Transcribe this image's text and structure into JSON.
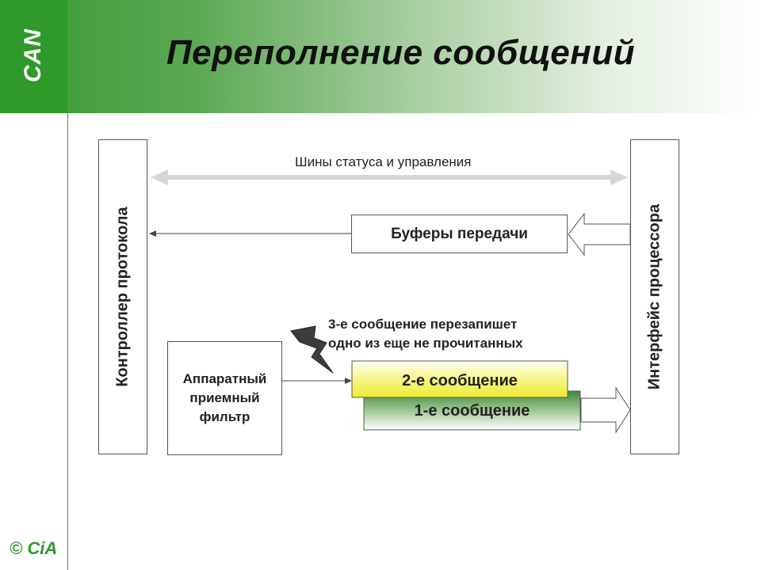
{
  "header": {
    "logo": "CAN",
    "title": "Переполнение сообщений"
  },
  "footer": {
    "logo": "© CiA"
  },
  "diagram": {
    "protocol_controller": "Контроллер протокола",
    "processor_interface": "Интерфейс процессора",
    "status_bus": "Шины статуса и управления",
    "tx_buffers": "Буферы передачи",
    "acceptance_filter_line1": "Аппаратный",
    "acceptance_filter_line2": "приемный",
    "acceptance_filter_line3": "фильтр",
    "message_2": "2-е сообщение",
    "message_1": "1-е сообщение",
    "note_line1": "3-е сообщение перезапишет",
    "note_line2": "одно из еще не прочитанных"
  },
  "colors": {
    "brand_green": "#2f9a2a",
    "message_2_fill": "#f4f24a",
    "message_1_fill": "#5f9a52",
    "lightning": "#3c3c3c"
  }
}
